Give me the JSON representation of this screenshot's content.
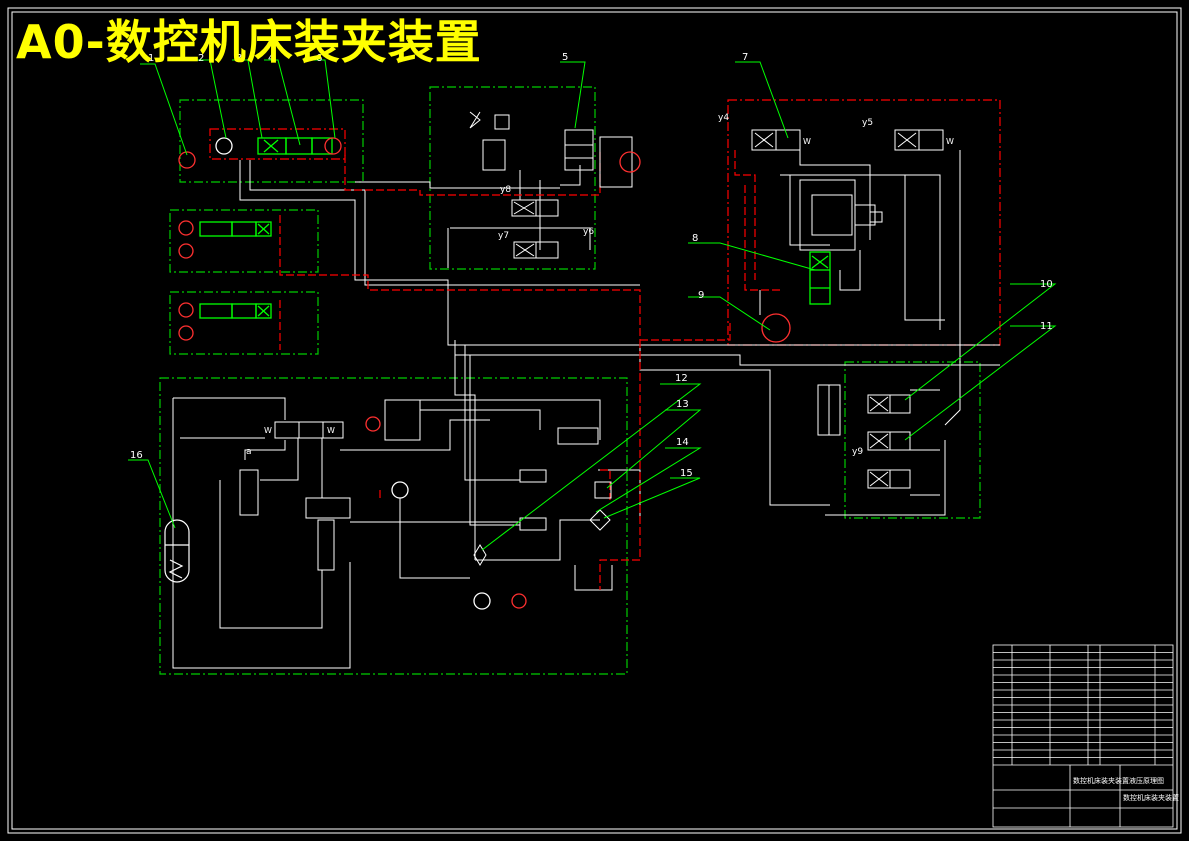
{
  "title": "A0-数控机床装夹装置",
  "callouts": [
    "1",
    "2",
    "3",
    "4",
    "5",
    "6",
    "7",
    "8",
    "9",
    "10",
    "11",
    "12",
    "13",
    "14",
    "15",
    "16"
  ],
  "solenoids": [
    "y4",
    "y5",
    "y6",
    "y7",
    "y8",
    "y9",
    "a"
  ],
  "spring_mark": "W",
  "title_block": {
    "drawing_name": "数控机床装夹装置液压原理图",
    "product_name": "数控机床装夹装置"
  },
  "colors": {
    "background": "#000000",
    "title": "#ffff00",
    "line": "#ffffff",
    "component": "#00ff00",
    "leader": "#00ff00",
    "boundary_red": "#ff0000",
    "boundary_green": "#00cc00",
    "motor": "#ff3030"
  }
}
